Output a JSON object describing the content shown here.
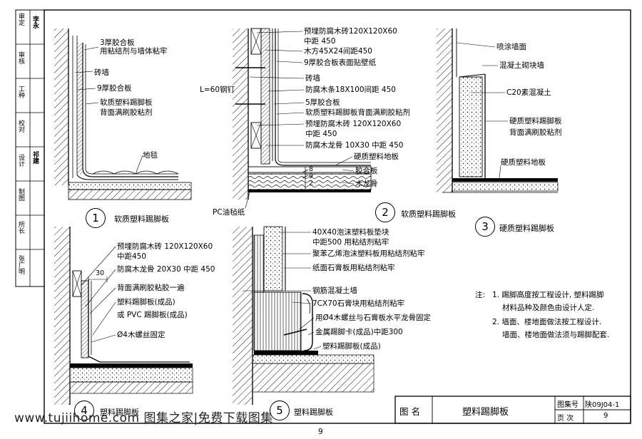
{
  "side_column": [
    {
      "label": "审定",
      "sig": "李永"
    },
    {
      "label": "审核",
      "sig": ""
    },
    {
      "label": "工种",
      "sig": ""
    },
    {
      "label": "校对",
      "sig": ""
    },
    {
      "label": "设计",
      "sig": "祁建"
    },
    {
      "label": "制图",
      "sig": ""
    },
    {
      "label": "所长",
      "sig": ""
    },
    {
      "label": "张广明",
      "sig": ""
    }
  ],
  "details": {
    "d1": {
      "number": "1",
      "caption": "软质塑料踢脚板",
      "labels": [
        "3厚胶合板",
        "用粘结剂与墙体粘牢",
        "砖墙",
        "9厚胶合板",
        "软质塑料踢脚板",
        "背面满刷胶粘剂",
        "地毯"
      ]
    },
    "d2": {
      "number": "2",
      "caption": "软质塑料踢脚板",
      "labels": [
        "预埋防腐木砖120X120X60",
        "中距 450",
        "木方45X24间距450",
        "9厚胶合板表面贴壁纸",
        "砖墙",
        "防腐木条18X100间距 450",
        "5厚胶合板",
        "软质塑料踢脚板背面满刷胶粘剂",
        "预埋防腐木砖 120X120X60",
        "中距 450",
        "防腐木龙骨  10X30 中距 450",
        "硬质塑料地板",
        "胶合板",
        "木龙骨"
      ],
      "nail_label": "L=60钢钉",
      "pc_label": "PC油毡纸",
      "dims": [
        "8",
        "9",
        "2"
      ]
    },
    "d3": {
      "number": "3",
      "caption": "硬质塑料踢脚板",
      "labels": [
        "喷涂墙面",
        "混凝土砌块墙",
        "C20素混凝土",
        "硬质塑料踢脚板",
        "背面满刷胶粘剂",
        "硬质塑料地板"
      ]
    },
    "d4": {
      "number": "4",
      "caption": "塑料踢脚板",
      "labels": [
        "预埋防腐木砖 120X120X60",
        "中距450",
        "防腐木龙骨 20X30 中距 450",
        "背面满刷胶粘胶一遍",
        "塑料踢脚板(成品)",
        "或 PVC 踢脚板(成品)",
        "Ø4木螺丝固定"
      ],
      "dim": "30"
    },
    "d5": {
      "number": "5",
      "caption": "塑料踢脚板",
      "labels": [
        "40X40泡沫塑料板垫块",
        "中距500 用粘结剂粘牢",
        "聚苯乙烯泡沫塑料板用粘结剂粘牢",
        "纸面石膏板用粘结剂粘牢",
        "钢筋混凝土墙",
        "7CX70石膏块用粘结剂粘牢",
        "用Ø4木螺丝与石膏板水平龙骨固定",
        "金属踢脚卡(成品)中距300",
        "塑料踢脚板(成品)"
      ]
    }
  },
  "notes": {
    "prefix": "注:",
    "lines": [
      "1. 踢脚高度按工程设计, 塑料踢脚",
      "材料品种及颜色由设计人定.",
      "2. 墙面、楼地面做法按工程设计.",
      "墙面、楼地面做法须与踢脚配套."
    ]
  },
  "title_block": {
    "name_label": "图  名",
    "title": "塑料踢脚板",
    "atlas_label": "图集号",
    "atlas_no": "陕09J04-1",
    "page_label": "页  次",
    "page_no": "9"
  },
  "page_number": "9",
  "watermark": "www.tujiihome.com 图集之家|免费下载图集"
}
